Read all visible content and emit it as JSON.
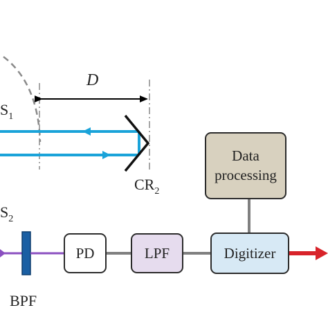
{
  "labels": {
    "s1": {
      "prefix": "S",
      "sub": "1"
    },
    "s2": {
      "prefix": "S",
      "sub": "2"
    },
    "cr2": {
      "prefix": "CR",
      "sub": "2"
    },
    "distance": "D",
    "bpf": "BPF"
  },
  "blocks": {
    "pd": "PD",
    "lpf": "LPF",
    "digitizer": "Digitizer",
    "data_processing_line1": "Data",
    "data_processing_line2": "processing"
  },
  "colors": {
    "beam": "#1aa3d9",
    "bpf_fill": "#1a5fa3",
    "fiber_purple": "#8a4fc0",
    "output_arrow": "#d8232a",
    "pd_fill": "#ffffff",
    "lpf_fill": "#e6dcee",
    "digitizer_fill": "#d7e9f5",
    "processing_fill": "#d8d1bf",
    "connector": "#808080",
    "dashed": "#8a8a8a"
  }
}
